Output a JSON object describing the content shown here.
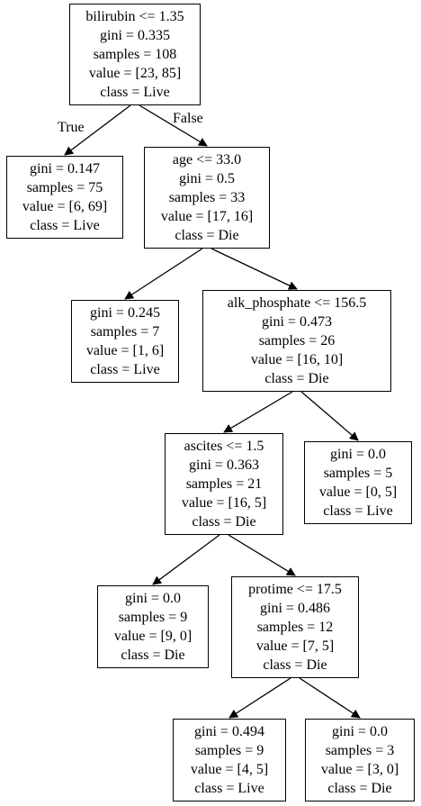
{
  "tree": {
    "nodes": [
      {
        "id": "n0",
        "lines": [
          "bilirubin <= 1.35",
          "gini = 0.335",
          "samples = 108",
          "value = [23, 85]",
          "class = Live"
        ]
      },
      {
        "id": "n1",
        "lines": [
          "gini = 0.147",
          "samples = 75",
          "value = [6, 69]",
          "class = Live"
        ]
      },
      {
        "id": "n2",
        "lines": [
          "age <= 33.0",
          "gini = 0.5",
          "samples = 33",
          "value = [17, 16]",
          "class = Die"
        ]
      },
      {
        "id": "n3",
        "lines": [
          "gini = 0.245",
          "samples = 7",
          "value = [1, 6]",
          "class = Live"
        ]
      },
      {
        "id": "n4",
        "lines": [
          "alk_phosphate <= 156.5",
          "gini = 0.473",
          "samples = 26",
          "value = [16, 10]",
          "class = Die"
        ]
      },
      {
        "id": "n5",
        "lines": [
          "ascites <= 1.5",
          "gini = 0.363",
          "samples = 21",
          "value = [16, 5]",
          "class = Die"
        ]
      },
      {
        "id": "n6",
        "lines": [
          "gini = 0.0",
          "samples = 5",
          "value = [0, 5]",
          "class = Live"
        ]
      },
      {
        "id": "n7",
        "lines": [
          "gini = 0.0",
          "samples = 9",
          "value = [9, 0]",
          "class = Die"
        ]
      },
      {
        "id": "n8",
        "lines": [
          "protime <= 17.5",
          "gini = 0.486",
          "samples = 12",
          "value = [7, 5]",
          "class = Die"
        ]
      },
      {
        "id": "n9",
        "lines": [
          "gini = 0.494",
          "samples = 9",
          "value = [4, 5]",
          "class = Live"
        ]
      },
      {
        "id": "n10",
        "lines": [
          "gini = 0.0",
          "samples = 3",
          "value = [3, 0]",
          "class = Die"
        ]
      }
    ],
    "edges": [
      {
        "from": "n0",
        "to": "n1",
        "label": "True"
      },
      {
        "from": "n0",
        "to": "n2",
        "label": "False"
      },
      {
        "from": "n2",
        "to": "n3"
      },
      {
        "from": "n2",
        "to": "n4"
      },
      {
        "from": "n4",
        "to": "n5"
      },
      {
        "from": "n4",
        "to": "n6"
      },
      {
        "from": "n5",
        "to": "n7"
      },
      {
        "from": "n5",
        "to": "n8"
      },
      {
        "from": "n8",
        "to": "n9"
      },
      {
        "from": "n8",
        "to": "n10"
      }
    ]
  }
}
